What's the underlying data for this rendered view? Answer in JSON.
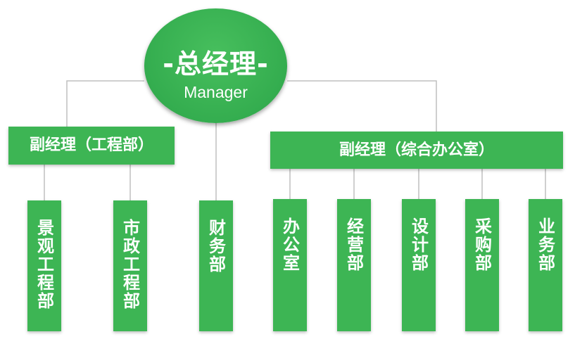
{
  "diagram": {
    "root": {
      "title": "-总经理-",
      "subtitle": "Manager"
    },
    "deputies": [
      {
        "label": "副经理（工程部）"
      },
      {
        "label": "副经理（综合办公室）"
      }
    ],
    "departments": [
      {
        "label": "景观工程部"
      },
      {
        "label": "市政工程部"
      },
      {
        "label": "财务部"
      },
      {
        "label": "办公室"
      },
      {
        "label": "经营部"
      },
      {
        "label": "设计部"
      },
      {
        "label": "采购部"
      },
      {
        "label": "业务部"
      }
    ],
    "colors": {
      "box": "#3db554",
      "ellipse": "#34ad4f",
      "line": "#bfbfbf",
      "text": "#ffffff"
    }
  }
}
